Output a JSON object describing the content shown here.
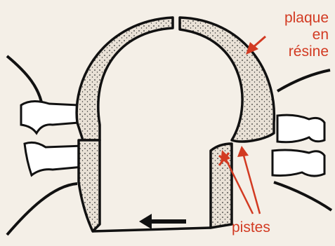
{
  "labels": {
    "plaque_lines": [
      "plaque",
      "en",
      "résine"
    ],
    "pistes": "pistes"
  },
  "colors": {
    "annotation": "#d23a22",
    "ink": "#111111",
    "paper": "#f4efe7",
    "stipple": "#e6ddd2"
  },
  "icons": {
    "movement_arrow": "left-arrow-icon"
  }
}
